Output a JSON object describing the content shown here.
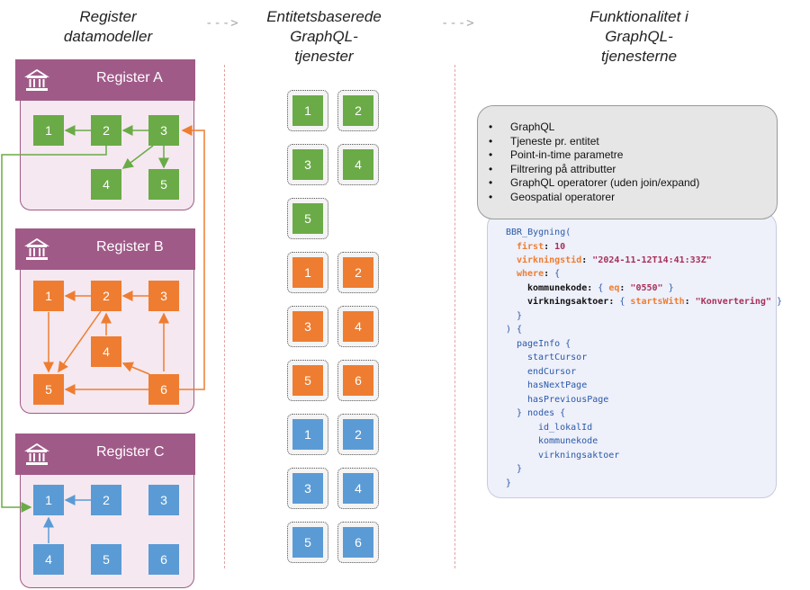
{
  "headings": {
    "col1": [
      "Register",
      "datamodeller"
    ],
    "col2": [
      "Entitetsbaserede",
      "GraphQL-",
      "tjenester"
    ],
    "col3": [
      "Funktionalitet i",
      "GraphQL-",
      "tjenesterne"
    ],
    "arrow": "--->"
  },
  "registers": [
    {
      "title": "Register A",
      "color": "#6aab47",
      "nodes": [
        "1",
        "2",
        "3",
        "4",
        "5"
      ]
    },
    {
      "title": "Register B",
      "color": "#ee7d31",
      "nodes": [
        "1",
        "2",
        "3",
        "4",
        "5",
        "6"
      ]
    },
    {
      "title": "Register C",
      "color": "#5b9bd5",
      "nodes": [
        "1",
        "2",
        "3",
        "4",
        "5",
        "6"
      ]
    }
  ],
  "services": {
    "green": [
      "1",
      "2",
      "3",
      "4",
      "5"
    ],
    "orange": [
      "1",
      "2",
      "3",
      "4",
      "5",
      "6"
    ],
    "blue": [
      "1",
      "2",
      "3",
      "4",
      "5",
      "6"
    ]
  },
  "features": [
    "GraphQL",
    "Tjeneste pr. entitet",
    "Point-in-time parametre",
    "Filtrering på attributter",
    "GraphQL operatorer (uden join/expand)",
    "Geospatial operatorer"
  ],
  "query": {
    "entity": "BBR_Bygning(",
    "first_key": "first",
    "first_val": "10",
    "vt_key": "virkningstid",
    "vt_val": "\"2024-11-12T14:41:33Z\"",
    "where_key": "where",
    "kk_key": "kommunekode",
    "eq_key": "eq",
    "eq_val": "\"0550\"",
    "va_key": "virkningsaktoer",
    "sw_key": "startsWith",
    "sw_val": "\"Konvertering\"",
    "pageinfo": "pageInfo {",
    "start_cursor": "startCursor",
    "end_cursor": "endCursor",
    "has_next": "hasNextPage",
    "has_prev": "hasPreviousPage",
    "nodes": "} nodes {",
    "f1": "id_lokalId",
    "f2": "kommunekode",
    "f3": "virkningsaktoer"
  }
}
